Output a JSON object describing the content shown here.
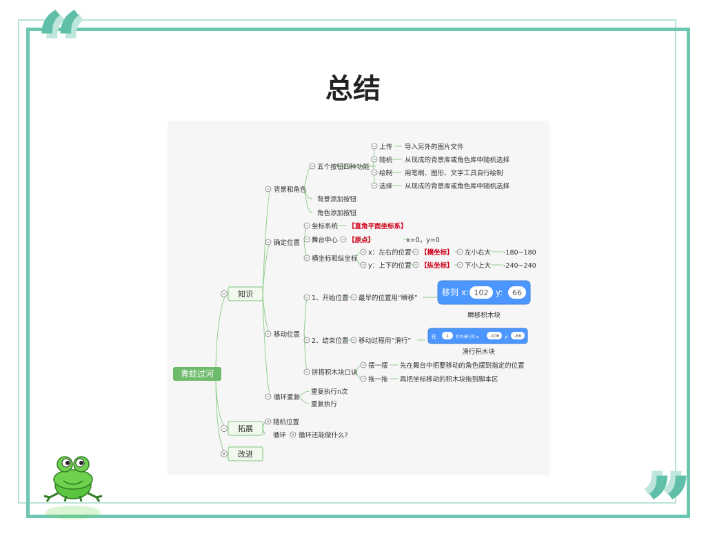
{
  "title": "总结",
  "mindmap": {
    "root": "青蛙过河",
    "level1": {
      "know": "知识",
      "expand": "拓展",
      "improve": "改进"
    },
    "bg": {
      "label": "背景和角色",
      "five": "五个按钮四种功能",
      "upload": "上传",
      "upload_desc": "导入另外的图片文件",
      "random": "随机",
      "random_desc": "从现成的背景库或角色库中随机选择",
      "draw": "绘制",
      "draw_desc": "用笔刷、图形、文字工具自行绘制",
      "choose": "选择",
      "choose_desc": "从现成的背景库或角色库中随机选择",
      "add_bg": "背景添加按钮",
      "add_sprite": "角色添加按钮"
    },
    "pos": {
      "label": "确定位置",
      "coord": "坐标系统",
      "coord_val": "【直角平面坐标系】",
      "center": "舞台中心",
      "origin": "【原点】",
      "origin_val": "x=0，y=0",
      "axes": "横坐标和纵坐标",
      "x_label": "x：左右的位置",
      "x_name": "【横坐标】",
      "x_rule": "左小右大",
      "x_range": "-180~180",
      "y_label": "y：上下的位置",
      "y_name": "【纵坐标】",
      "y_rule": "下小上大",
      "y_range": "-240~240"
    },
    "move": {
      "label": "移动位置",
      "start": "1、开始位置",
      "start_desc": "最早的位置用“瞬移”",
      "end": "2、结束位置",
      "end_desc": "移动过程用“滑行”",
      "assemble": "拼搭积木块口诀",
      "swing": "摆一摆",
      "swing_desc": "先在舞台中把要移动的角色摆到指定的位置",
      "drag": "拖一拖",
      "drag_desc": "再把坐标移动的积木块拖到脚本区"
    },
    "loop": {
      "label": "循环重复",
      "n_times": "重复执行n次",
      "forever": "重复执行"
    },
    "expand_items": {
      "random_pos": "随机位置",
      "loop": "循环",
      "loop_q": "循环还能做什么?"
    },
    "block_goto": {
      "prefix": "移到 x:",
      "x": "102",
      "y_label": "y:",
      "y": "66",
      "caption": "瞬移积木块"
    },
    "block_glide": {
      "in": "在",
      "secs": "1",
      "mid": "秒内滑行到 x:",
      "x": "-106",
      "y_label": "y:",
      "y": "-86",
      "caption": "滑行积木块"
    }
  }
}
